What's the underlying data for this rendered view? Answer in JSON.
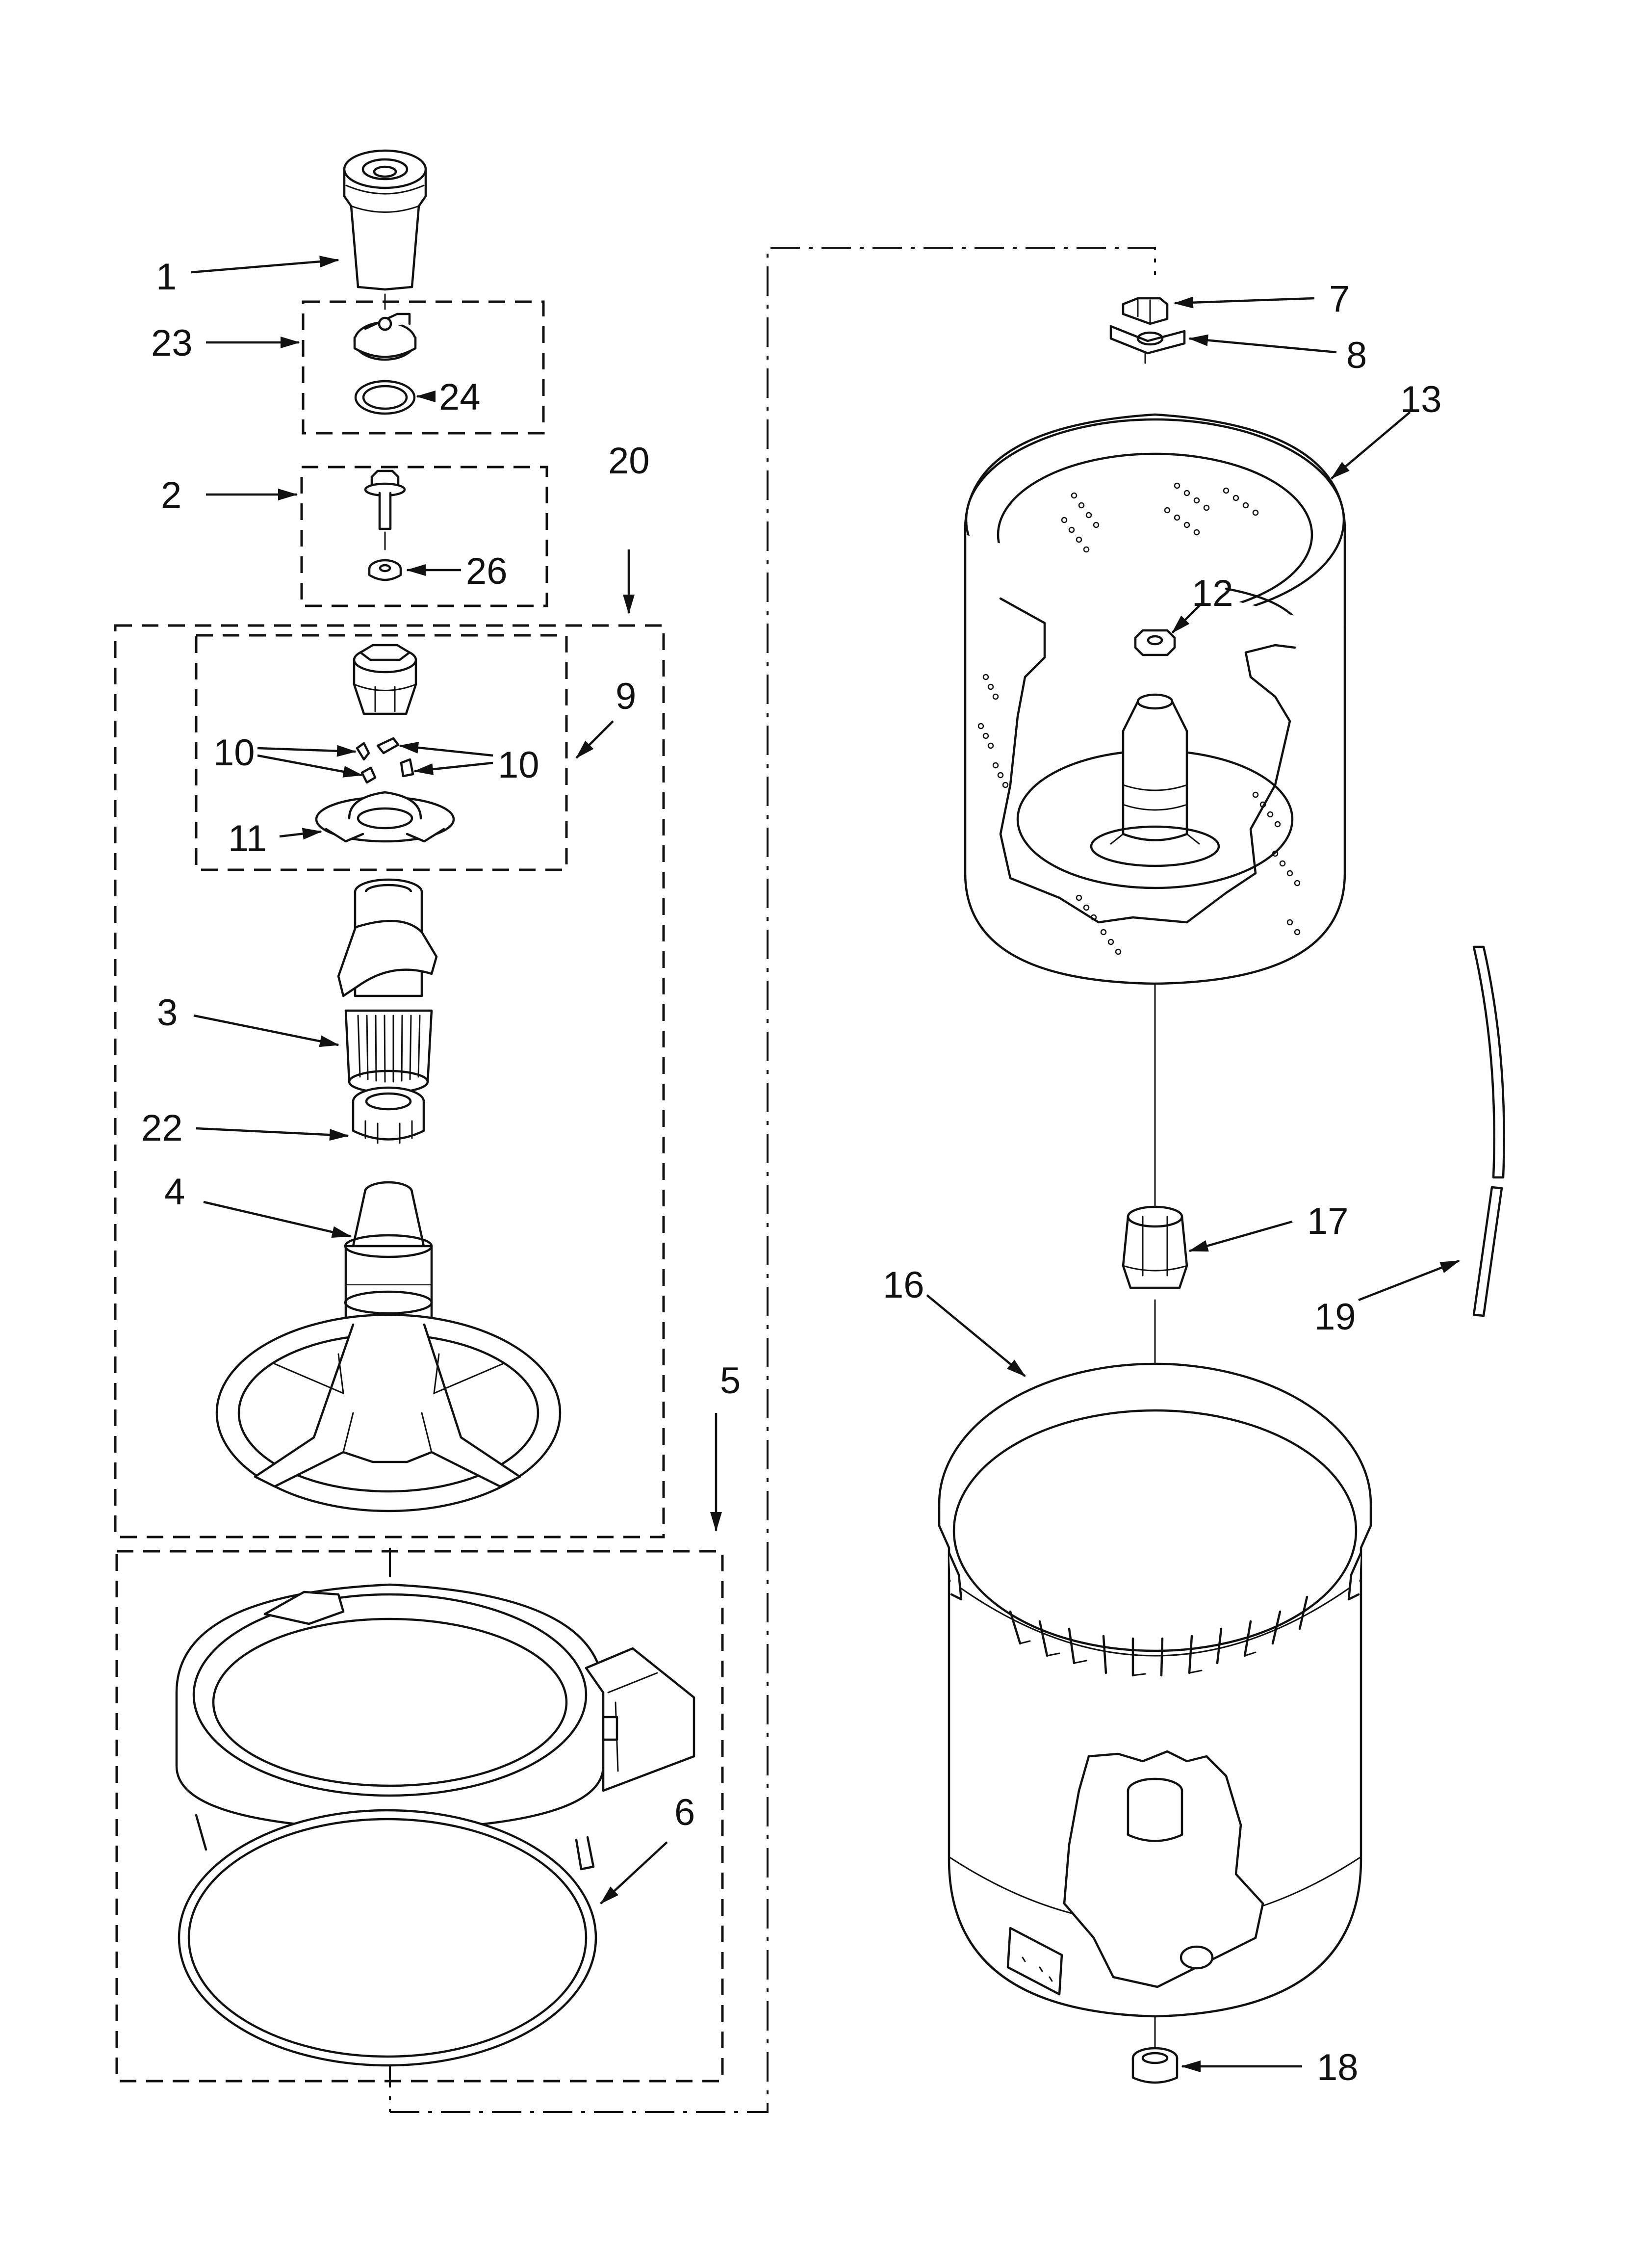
{
  "diagram": {
    "labels": [
      {
        "id": "1",
        "text": "1"
      },
      {
        "id": "23",
        "text": "23"
      },
      {
        "id": "24",
        "text": "24"
      },
      {
        "id": "2",
        "text": "2"
      },
      {
        "id": "26",
        "text": "26"
      },
      {
        "id": "20",
        "text": "20"
      },
      {
        "id": "9",
        "text": "9"
      },
      {
        "id": "10a",
        "text": "10"
      },
      {
        "id": "10b",
        "text": "10"
      },
      {
        "id": "11",
        "text": "11"
      },
      {
        "id": "3",
        "text": "3"
      },
      {
        "id": "22",
        "text": "22"
      },
      {
        "id": "4",
        "text": "4"
      },
      {
        "id": "5",
        "text": "5"
      },
      {
        "id": "6",
        "text": "6"
      },
      {
        "id": "7",
        "text": "7"
      },
      {
        "id": "8",
        "text": "8"
      },
      {
        "id": "13",
        "text": "13"
      },
      {
        "id": "12",
        "text": "12"
      },
      {
        "id": "17",
        "text": "17"
      },
      {
        "id": "16",
        "text": "16"
      },
      {
        "id": "19",
        "text": "19"
      },
      {
        "id": "18",
        "text": "18"
      }
    ]
  }
}
